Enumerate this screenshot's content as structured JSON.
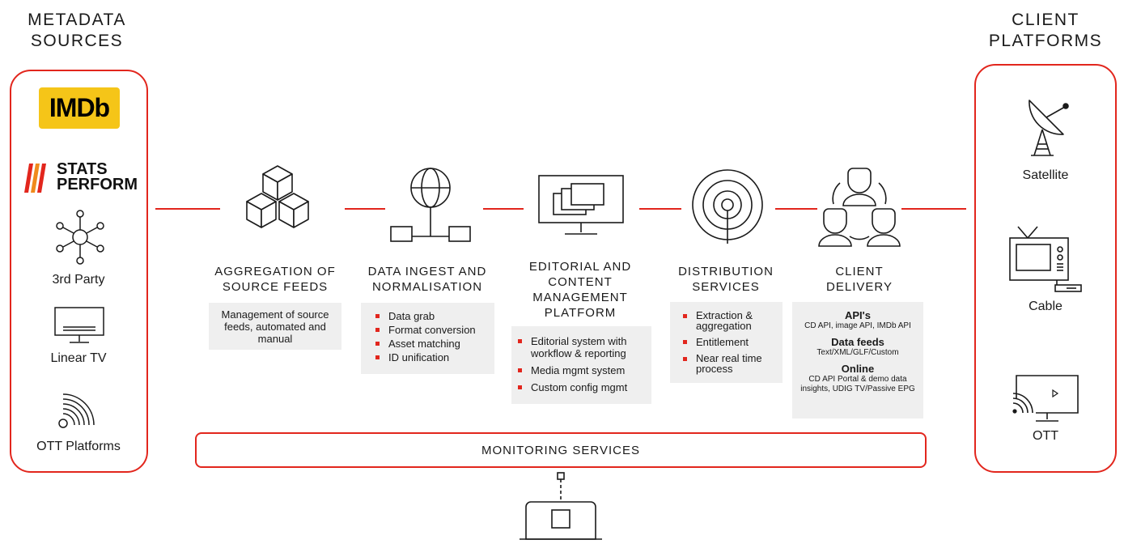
{
  "headings": {
    "left": [
      "METADATA",
      "SOURCES"
    ],
    "right": [
      "CLIENT",
      "PLATFORMS"
    ]
  },
  "sources": {
    "imdb_logo_text": "IMDb",
    "stats_logo_text": [
      "STATS",
      "PERFORM"
    ],
    "items": [
      "3rd Party",
      "Linear TV",
      "OTT Platforms"
    ]
  },
  "stages": [
    {
      "title": [
        "AGGREGATION OF",
        "SOURCE FEEDS"
      ]
    },
    {
      "title": [
        "DATA INGEST AND",
        "NORMALISATION"
      ]
    },
    {
      "title": [
        "EDITORIAL AND",
        "CONTENT",
        "MANAGEMENT",
        "PLATFORM"
      ]
    },
    {
      "title": [
        "DISTRIBUTION",
        "SERVICES"
      ]
    },
    {
      "title": [
        "CLIENT",
        "DELIVERY"
      ]
    }
  ],
  "panels": {
    "aggregation": "Management of source feeds, automated and manual",
    "ingest": [
      "Data grab",
      "Format conversion",
      "Asset matching",
      "ID unification"
    ],
    "editorial": [
      "Editorial system with workflow & reporting",
      "Media mgmt system",
      "Custom config mgmt"
    ],
    "distribution": [
      "Extraction & aggregation",
      "Entitlement",
      "Near real time process"
    ],
    "delivery": [
      {
        "heading": "API's",
        "text": "CD API, image API, IMDb API"
      },
      {
        "heading": "Data feeds",
        "text": "Text/XML/GLF/Custom"
      },
      {
        "heading": "Online",
        "text": "CD API Portal & demo data insights, UDIG TV/Passive EPG"
      }
    ]
  },
  "monitoring": "MONITORING SERVICES",
  "platforms": [
    "Satellite",
    "Cable",
    "OTT"
  ],
  "colors": {
    "accent": "#e2261d",
    "imdb": "#f5c518",
    "panel": "#efefef"
  }
}
